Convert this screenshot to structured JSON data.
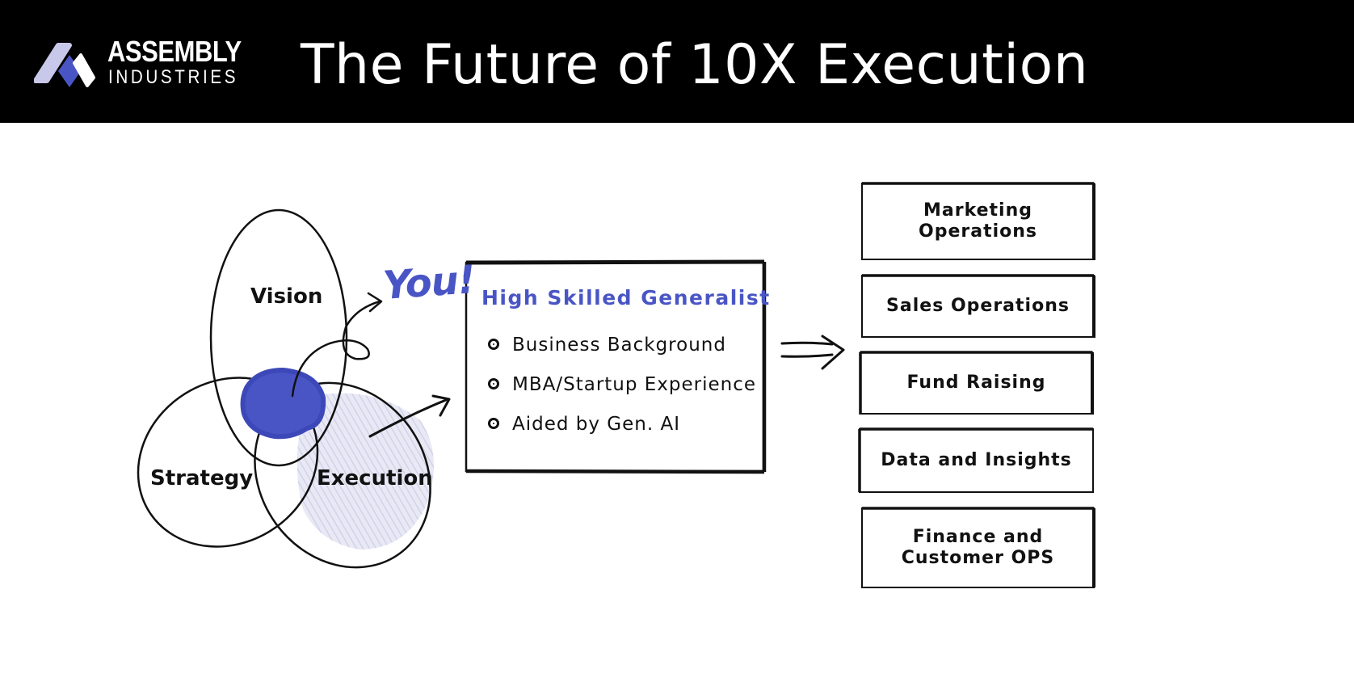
{
  "header": {
    "title": "The Future of 10X Execution",
    "logo_line1": "ASSEMBLY",
    "logo_line2": "INDUSTRIES"
  },
  "venn": {
    "circles": [
      "Vision",
      "Strategy",
      "Execution"
    ],
    "callout": "You!"
  },
  "card": {
    "title": "High Skilled Generalist",
    "items": [
      "Business Background",
      "MBA/Startup Experience",
      "Aided by Gen. AI"
    ]
  },
  "functions": [
    "Marketing\nOperations",
    "Sales Operations",
    "Fund Raising",
    "Data and Insights",
    "Finance and\nCustomer OPS"
  ],
  "colors": {
    "accent": "#4a55c5",
    "accent_light": "#dcdcee",
    "header_bg": "#000000",
    "logo_light": "#c8c8ea"
  },
  "icons": [
    "logo-mark-icon",
    "arrow-right-icon"
  ]
}
